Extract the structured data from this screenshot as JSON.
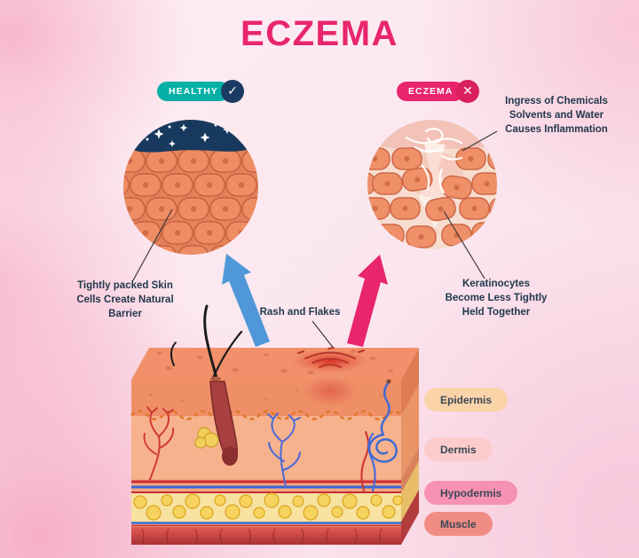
{
  "title": "ECZEMA",
  "healthy": {
    "badge_label": "HEALTHY",
    "check_glyph": "✓",
    "caption": "Tightly packed Skin\nCells Create Natural\nBarrier"
  },
  "eczema": {
    "badge_label": "ECZEMA",
    "cross_glyph": "✕",
    "ingress_caption": "Ingress of Chemicals\nSolvents and Water\nCauses Inflammation",
    "keratinocytes_caption": "Keratinocytes\nBecome Less Tightly\nHeld Together"
  },
  "skin": {
    "rash_caption": "Rash and Flakes",
    "layers": [
      {
        "label": "Epidermis",
        "pill_color": "#fbd3a9"
      },
      {
        "label": "Dermis",
        "pill_color": "#fccccd"
      },
      {
        "label": "Hypodermis",
        "pill_color": "#f791b4"
      },
      {
        "label": "Muscle",
        "pill_color": "#f08c84"
      }
    ]
  },
  "colors": {
    "title_pink": "#e8256d",
    "healthy_teal": "#06b0a7",
    "eczema_magenta": "#e8256d",
    "check_circle_navy": "#1c3b63",
    "cross_circle_crimson": "#d91f5c",
    "arrow_blue": "#4f97d8",
    "arrow_pink": "#e8256d",
    "caption_text": "#22384d"
  }
}
